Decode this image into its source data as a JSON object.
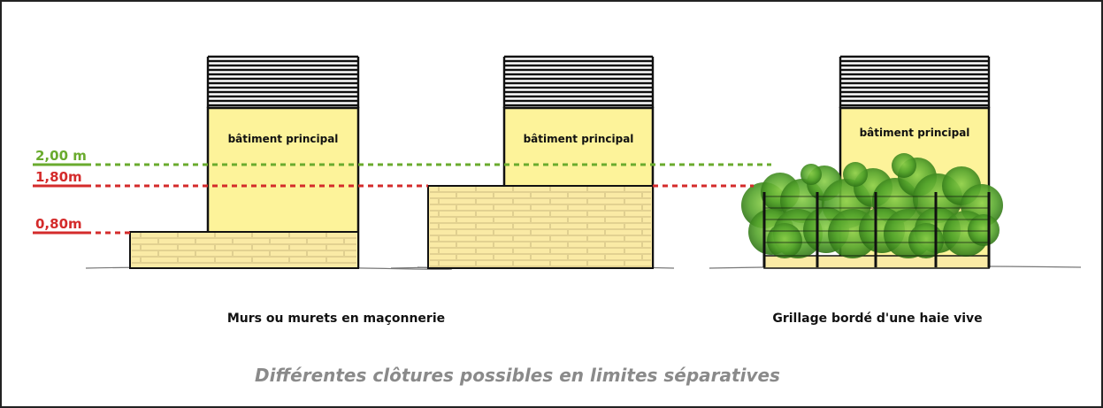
{
  "levels": [
    {
      "label": "2,00 m",
      "color": "#6aab2e"
    },
    {
      "label": "1,80m",
      "color": "#d42b2b"
    },
    {
      "label": "0,80m",
      "color": "#d42b2b"
    }
  ],
  "buildings": [
    {
      "label": "bâtiment principal"
    },
    {
      "label": "bâtiment principal"
    },
    {
      "label": "bâtiment principal"
    }
  ],
  "captions": {
    "masonry": "Murs ou murets en maçonnerie",
    "hedge": "Grillage bordé d'une haie vive"
  },
  "footer": "Différentes clôtures possibles en limites séparatives",
  "colors": {
    "building_fill": "#fdf39a",
    "wall_fill": "#faeaa5",
    "hedge_green": "#4e9b28",
    "ground": "#777777"
  }
}
